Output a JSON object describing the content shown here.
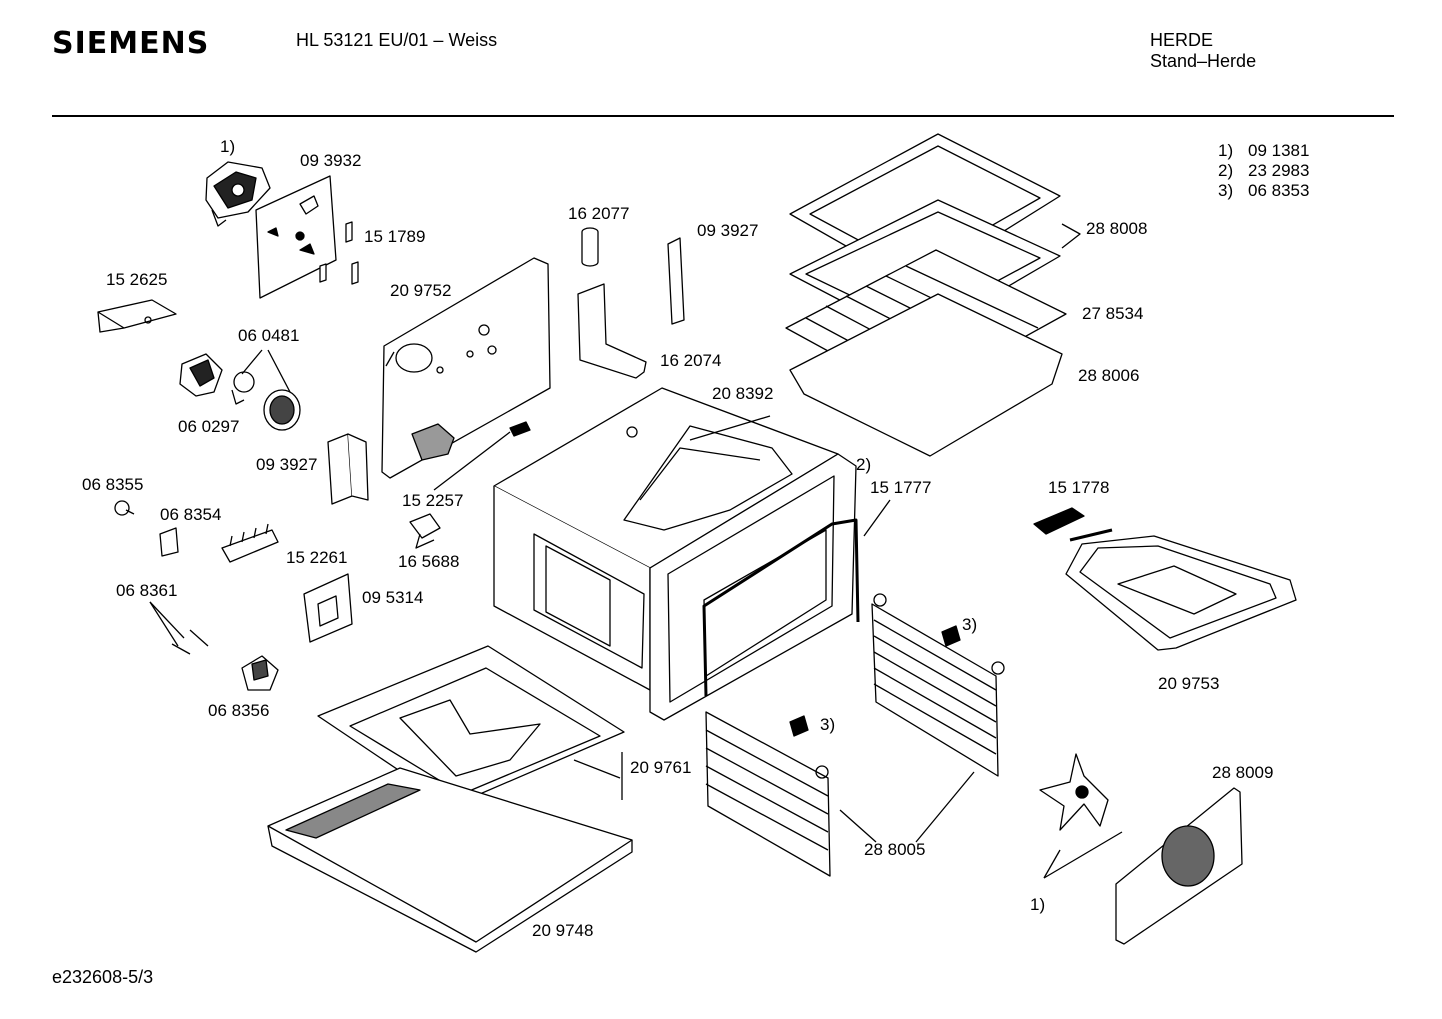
{
  "header": {
    "brand": "SIEMENS",
    "model": "HL 53121 EU/01 – Weiss",
    "category": "HERDE",
    "subcategory": "Stand–Herde"
  },
  "footer": {
    "document_id": "e232608-5/3"
  },
  "notes": [
    {
      "key": "1)",
      "value": "09 1381"
    },
    {
      "key": "2)",
      "value": "23 2983"
    },
    {
      "key": "3)",
      "value": "06 8353"
    }
  ],
  "labels": {
    "ref_1_top": "1)",
    "p093932": "09 3932",
    "p151789": "15 1789",
    "p152625": "15 2625",
    "p209752": "20 9752",
    "p060481": "06 0481",
    "p060297": "06 0297",
    "p093927_left": "09 3927",
    "p068355": "06 8355",
    "p068354": "06 8354",
    "p152261": "15 2261",
    "p152257": "15 2257",
    "p165688": "16 5688",
    "p068361": "06 8361",
    "p095314": "09 5314",
    "p068356": "06 8356",
    "p162077": "16 2077",
    "p093927_right": "09 3927",
    "p162074": "16 2074",
    "p208392": "20 8392",
    "ref_2": "2)",
    "p151777": "15 1777",
    "p288008": "28 8008",
    "p278534": "27 8534",
    "p288006": "28 8006",
    "p151778": "15 1778",
    "p209753": "20 9753",
    "ref_3_upper": "3)",
    "ref_3_lower": "3)",
    "p209761": "20 9761",
    "p288005": "28 8005",
    "p288009": "28 8009",
    "ref_1_bottom": "1)",
    "p209748": "20 9748"
  }
}
